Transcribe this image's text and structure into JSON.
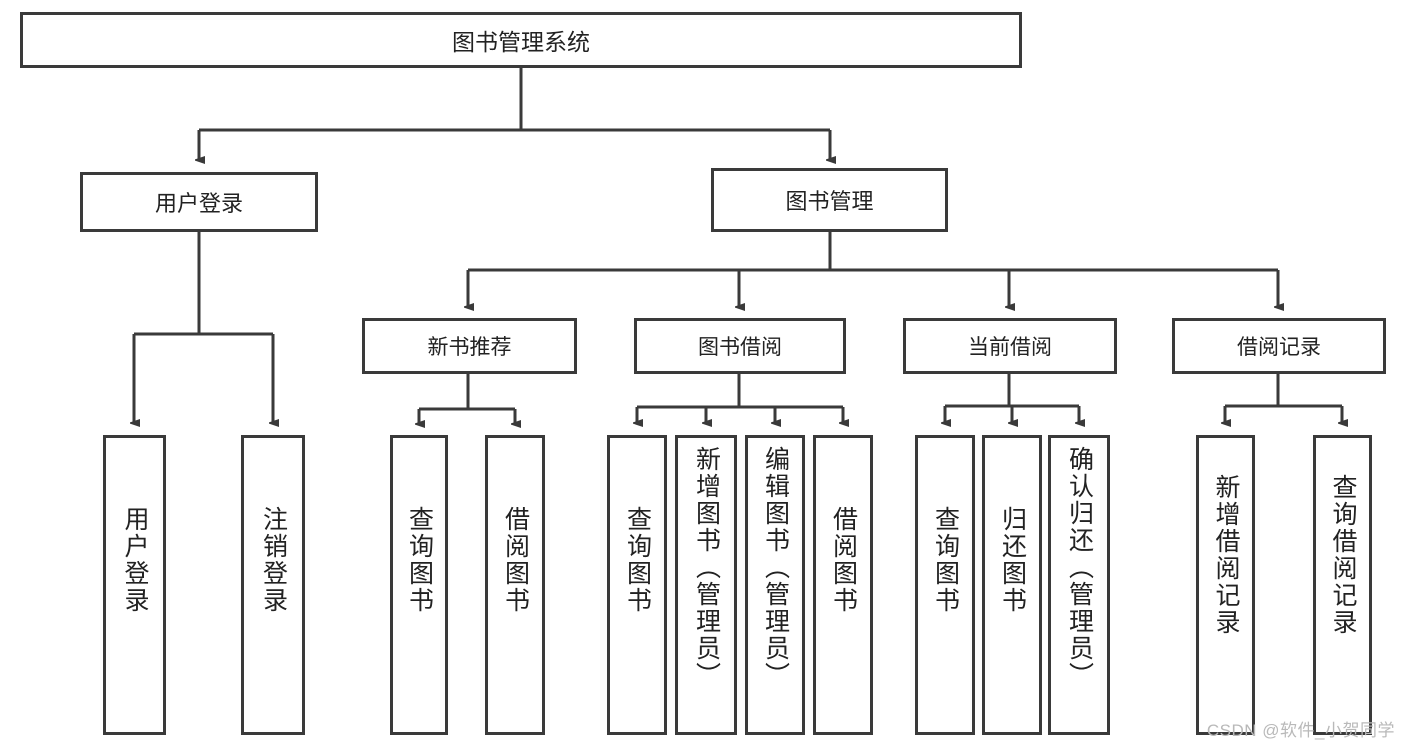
{
  "diagram": {
    "type": "tree",
    "title": "图书管理系统",
    "root": {
      "label": "图书管理系统"
    },
    "level2": [
      {
        "id": "user-login",
        "label": "用户登录"
      },
      {
        "id": "book-management",
        "label": "图书管理"
      }
    ],
    "level3": [
      {
        "id": "new-book-recommend",
        "label": "新书推荐",
        "parent": "book-management"
      },
      {
        "id": "book-borrow",
        "label": "图书借阅",
        "parent": "book-management"
      },
      {
        "id": "current-borrow",
        "label": "当前借阅",
        "parent": "book-management"
      },
      {
        "id": "borrow-record",
        "label": "借阅记录",
        "parent": "book-management"
      }
    ],
    "leaves": {
      "user-login": [
        {
          "id": "leaf-user-login",
          "label": "用户登录"
        },
        {
          "id": "leaf-user-logout",
          "label": "注销登录"
        }
      ],
      "new-book-recommend": [
        {
          "id": "leaf-query-book-1",
          "label": "查询图书"
        },
        {
          "id": "leaf-borrow-book-1",
          "label": "借阅图书"
        }
      ],
      "book-borrow": [
        {
          "id": "leaf-query-book-2",
          "label": "查询图书"
        },
        {
          "id": "leaf-add-book",
          "label": "新增图书（管理员）"
        },
        {
          "id": "leaf-edit-book",
          "label": "编辑图书（管理员）"
        },
        {
          "id": "leaf-borrow-book-2",
          "label": "借阅图书"
        }
      ],
      "current-borrow": [
        {
          "id": "leaf-query-book-3",
          "label": "查询图书"
        },
        {
          "id": "leaf-return-book",
          "label": "归还图书"
        },
        {
          "id": "leaf-confirm-return",
          "label": "确认归还（管理员）"
        }
      ],
      "borrow-record": [
        {
          "id": "leaf-add-record",
          "label": "新增借阅记录"
        },
        {
          "id": "leaf-query-record",
          "label": "查询借阅记录"
        }
      ]
    },
    "colors": {
      "stroke": "#3a3a3a",
      "text": "#222222",
      "background": "#ffffff",
      "watermark": "#b9b9b9"
    }
  },
  "watermark": {
    "text": "CSDN @软件_小贺同学"
  }
}
